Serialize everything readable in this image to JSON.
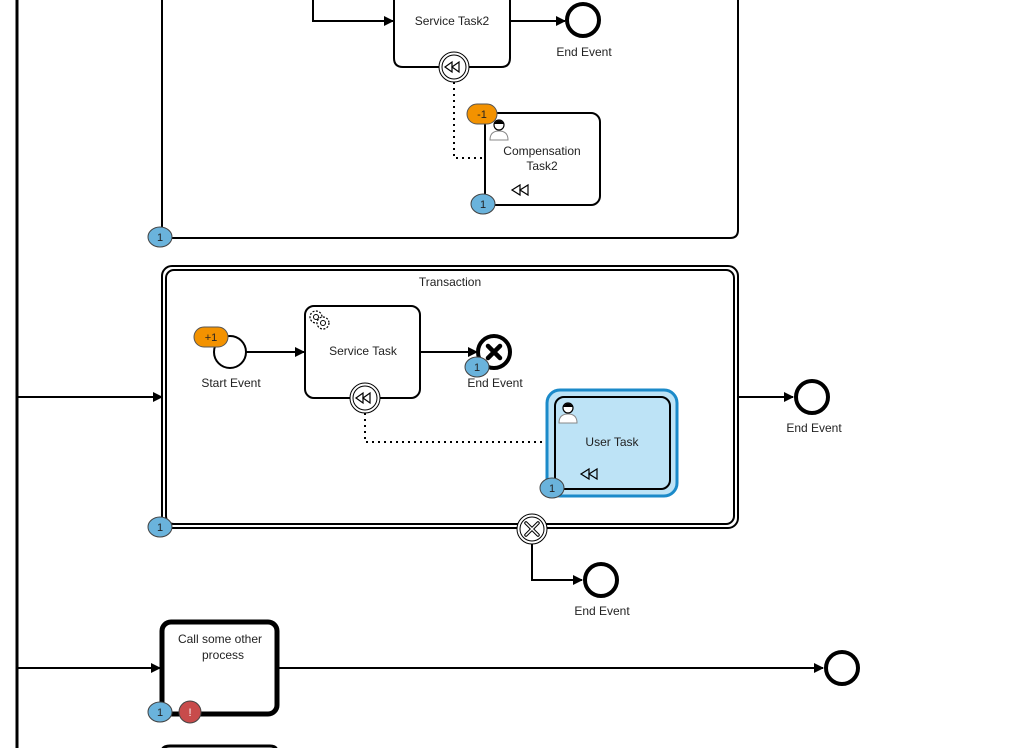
{
  "diagram": {
    "type": "BPMN process diagram",
    "colors": {
      "stroke": "#000000",
      "token_badge": "#6ab3dc",
      "compensation_badge": "#f39200",
      "incident_badge": "#c84b4b",
      "selected_fill": "#bde3f6",
      "selected_outline": "#1b8ac9"
    },
    "subprocess_top": {
      "tasks": [
        {
          "id": "service-task2",
          "label": "Service Task2",
          "marker": "compensation"
        },
        {
          "id": "compensation-task2",
          "label_lines": [
            "Compensation",
            "Task2"
          ],
          "icon": "user-icon",
          "marker": "compensation"
        }
      ],
      "events": [
        {
          "id": "end-event-top",
          "label": "End Event"
        }
      ],
      "badges": [
        {
          "target": "compensation-task2",
          "kind": "compensation",
          "text": "-1"
        },
        {
          "target": "compensation-task2",
          "kind": "token",
          "text": "1"
        },
        {
          "target": "subprocess-top",
          "kind": "token",
          "text": "1"
        }
      ]
    },
    "transaction": {
      "title": "Transaction",
      "start_event": {
        "label": "Start Event"
      },
      "service_task": {
        "label": "Service Task",
        "icon": "gear-icon",
        "marker": "compensation"
      },
      "cancel_end_event": {
        "label": "End Event"
      },
      "user_task": {
        "label": "User Task",
        "icon": "user-icon",
        "marker": "compensation",
        "selected": true
      },
      "cancel_boundary_event": {
        "kind": "cancel"
      },
      "badges": [
        {
          "target": "start-event",
          "kind": "compensation",
          "text": "+1"
        },
        {
          "target": "cancel-end-event",
          "kind": "token",
          "text": "1"
        },
        {
          "target": "user-task",
          "kind": "token",
          "text": "1"
        },
        {
          "target": "transaction",
          "kind": "token",
          "text": "1"
        }
      ]
    },
    "after_transaction_end": {
      "label": "End Event"
    },
    "cancel_path_end": {
      "label": "End Event"
    },
    "call_activity": {
      "label_lines": [
        "Call some other",
        "process"
      ],
      "badges": [
        {
          "kind": "token",
          "text": "1"
        },
        {
          "kind": "incident",
          "text": "!"
        }
      ]
    },
    "call_activity_end": {
      "label": ""
    }
  }
}
